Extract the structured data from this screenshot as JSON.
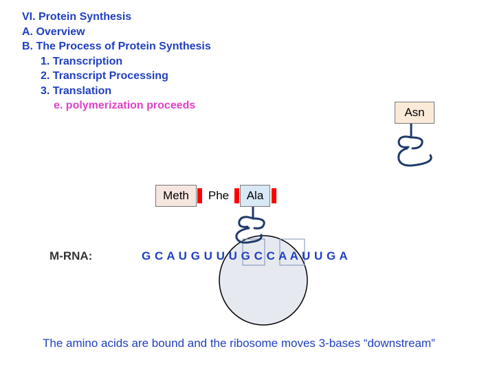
{
  "outline": {
    "l1": "VI. Protein Synthesis",
    "l2": "A. Overview",
    "l3": "B. The Process of Protein Synthesis",
    "l4": "1. Transcription",
    "l5": "2. Transcript Processing",
    "l6": "3. Translation",
    "l7": "e. polymerization proceeds"
  },
  "amino_acids": {
    "incoming": "Asn",
    "chain": [
      "Meth",
      "Phe",
      "Ala"
    ]
  },
  "mrna": {
    "label": "M-RNA:",
    "sequence": "G C A U G U U U G C C A A U U G A"
  },
  "caption": "The amino acids are bound and the ribosome moves 3-bases “downstream”",
  "colors": {
    "title": "#1f3fbf",
    "subpoint": "#e040c8",
    "meth_box": "#f6e6e0",
    "asn_box": "#fbead8",
    "ala_box": "#d8e8f5",
    "peptide_bond": "#ff0000",
    "ribosome": "#e6eaf0"
  }
}
